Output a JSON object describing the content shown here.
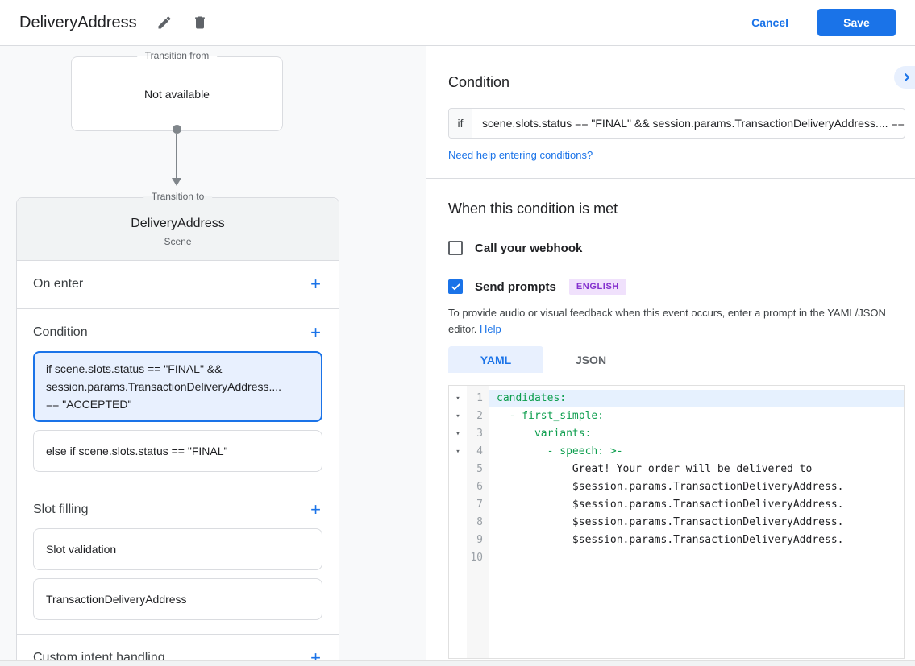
{
  "header": {
    "title": "DeliveryAddress",
    "cancel": "Cancel",
    "save": "Save"
  },
  "flow": {
    "plus_glyph": "+",
    "from_legend": "Transition from",
    "from_value": "Not available",
    "to_legend": "Transition to",
    "scene_name": "DeliveryAddress",
    "scene_type": "Scene",
    "sections": {
      "on_enter": "On enter",
      "condition": "Condition",
      "slot_filling": "Slot filling",
      "custom_intent": "Custom intent handling"
    },
    "condition_items": [
      {
        "line1": "if scene.slots.status == \"FINAL\" &&",
        "line2": "session.params.TransactionDeliveryAddress....",
        "line3": "== \"ACCEPTED\"",
        "selected": true
      },
      {
        "text": "else if scene.slots.status == \"FINAL\"",
        "selected": false
      }
    ],
    "slot_items": [
      {
        "text": "Slot validation"
      },
      {
        "text": "TransactionDeliveryAddress"
      }
    ]
  },
  "panel": {
    "title": "Condition",
    "if_label": "if",
    "if_value": "scene.slots.status == \"FINAL\" && session.params.TransactionDeliveryAddress.... == \"ACCEPTED\"",
    "help_link": "Need help entering conditions?",
    "when_title": "When this condition is met",
    "webhook_label": "Call your webhook",
    "webhook_checked": false,
    "prompts_label": "Send prompts",
    "prompts_checked": true,
    "language_badge": "ENGLISH",
    "description": "To provide audio or visual feedback when this event occurs, enter a prompt in the YAML/JSON editor.",
    "help_label": "Help",
    "tabs": {
      "yaml": "YAML",
      "json": "JSON"
    },
    "active_tab": "YAML",
    "editor": {
      "fold_glyph": "▾",
      "lines": [
        {
          "n": "1",
          "text": "candidates:"
        },
        {
          "n": "2",
          "text": "  - first_simple:"
        },
        {
          "n": "3",
          "text": "      variants:"
        },
        {
          "n": "4",
          "text": "        - speech: >-"
        },
        {
          "n": "5",
          "text": "            Great! Your order will be delivered to"
        },
        {
          "n": "6",
          "text": "            $session.params.TransactionDeliveryAddress."
        },
        {
          "n": "7",
          "text": "            $session.params.TransactionDeliveryAddress."
        },
        {
          "n": "8",
          "text": "            $session.params.TransactionDeliveryAddress."
        },
        {
          "n": "9",
          "text": "            $session.params.TransactionDeliveryAddress."
        },
        {
          "n": "10",
          "text": ""
        }
      ]
    }
  },
  "colors": {
    "accent": "#1a73e8",
    "selected_bg": "#e8f0fe",
    "badge_bg": "#f0e1fc",
    "badge_text": "#8430ce",
    "code_key_green": "#0d9e4e",
    "active_line_bg": "#e6f1fe"
  }
}
